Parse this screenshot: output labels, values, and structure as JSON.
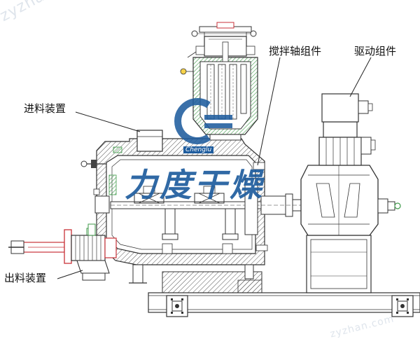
{
  "labels": {
    "feed_device": "进料装置",
    "agitator_shaft_assembly": "搅拌轴组件",
    "drive_assembly": "驱动组件",
    "discharge_device": "出料装置"
  },
  "watermark": {
    "url_text": "zyzhan.com",
    "brand_name": "力度干燥",
    "brand_latin": "Chenglu"
  },
  "colors": {
    "line": "#333333",
    "hatch": "#6b6b6b",
    "insulation_green": "#3f9a4a",
    "discharge_red": "#c83238",
    "brand_blue": "#1f5d9e"
  }
}
